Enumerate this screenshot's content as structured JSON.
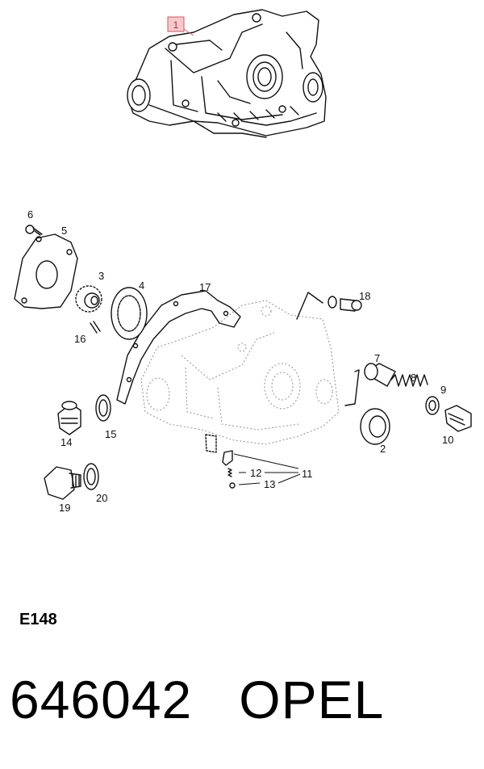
{
  "diagram": {
    "top_callout": "1",
    "callouts": [
      "2",
      "3",
      "4",
      "5",
      "6",
      "7",
      "8",
      "9",
      "10",
      "11",
      "12",
      "13",
      "14",
      "15",
      "16",
      "17",
      "18",
      "19",
      "20"
    ]
  },
  "footer": {
    "code": "E148",
    "part_number": "646042",
    "brand": "OPEL"
  }
}
